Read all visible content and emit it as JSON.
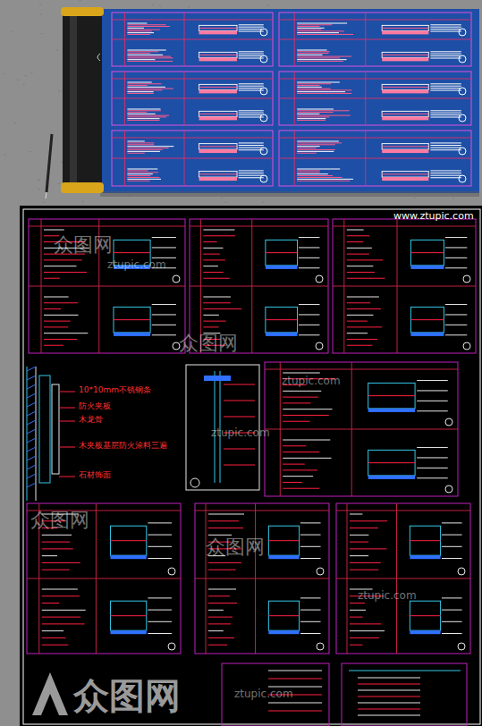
{
  "diagram": {
    "labels": [
      "www.ztupic.com",
      "众图网",
      "ztupic.com",
      "众图网",
      "ztupic.com",
      "10*10mm不锈钢条",
      "防火夹板",
      "木龙骨",
      "木夹板基层防火涂料三遍",
      "石材饰面",
      "众图网",
      "ztupic.com",
      "众图网",
      "ztupic.com",
      "众图网",
      "ztupic.com"
    ]
  }
}
